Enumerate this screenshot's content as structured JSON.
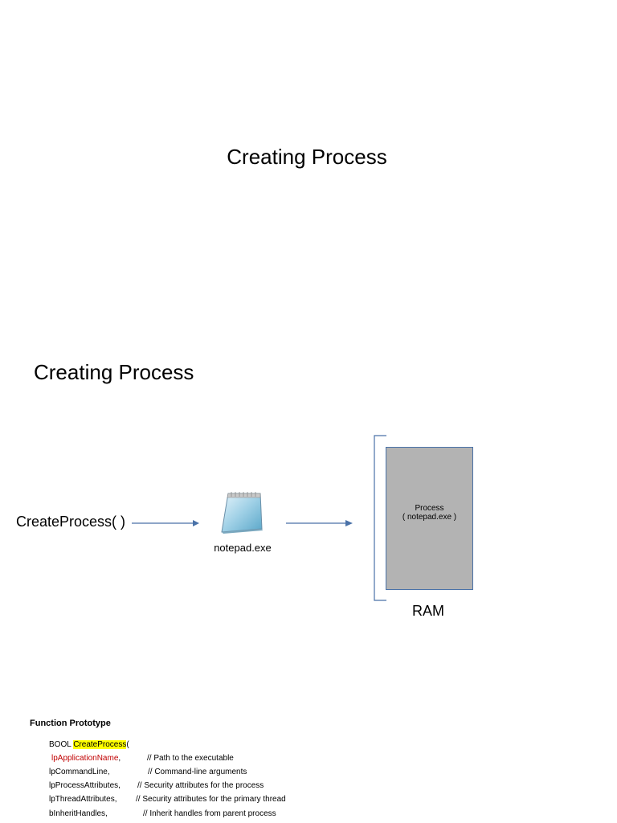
{
  "slide1": {
    "title": "Creating Process"
  },
  "slide2": {
    "title": "Creating Process",
    "function_call": "CreateProcess( )",
    "file_caption": "notepad.exe",
    "process_label_line1": "Process",
    "process_label_line2": "( notepad.exe )",
    "ram_label": "RAM",
    "arrow_color": "#4a72a8",
    "box_fill": "#b3b3b3",
    "file_icon": "notepad-icon"
  },
  "prototype": {
    "heading": "Function Prototype",
    "bool_keyword": "BOOL ",
    "func_name": "CreateProcess",
    "open_paren": "(",
    "highlight_color": "#ffff00",
    "params": [
      {
        "name": "lpApplicationName",
        "comma": ",",
        "comment": "// Path to the executable"
      },
      {
        "name": "lpCommandLine",
        "comma": ",",
        "comment": "// Command-line arguments"
      },
      {
        "name": "lpProcessAttributes",
        "comma": ",",
        "comment": "// Security attributes for the process"
      },
      {
        "name": "lpThreadAttributes",
        "comma": ",",
        "comment": "// Security attributes for the primary thread"
      },
      {
        "name": "bInheritHandles",
        "comma": ",",
        "comment": "// Inherit handles from parent process"
      }
    ]
  }
}
